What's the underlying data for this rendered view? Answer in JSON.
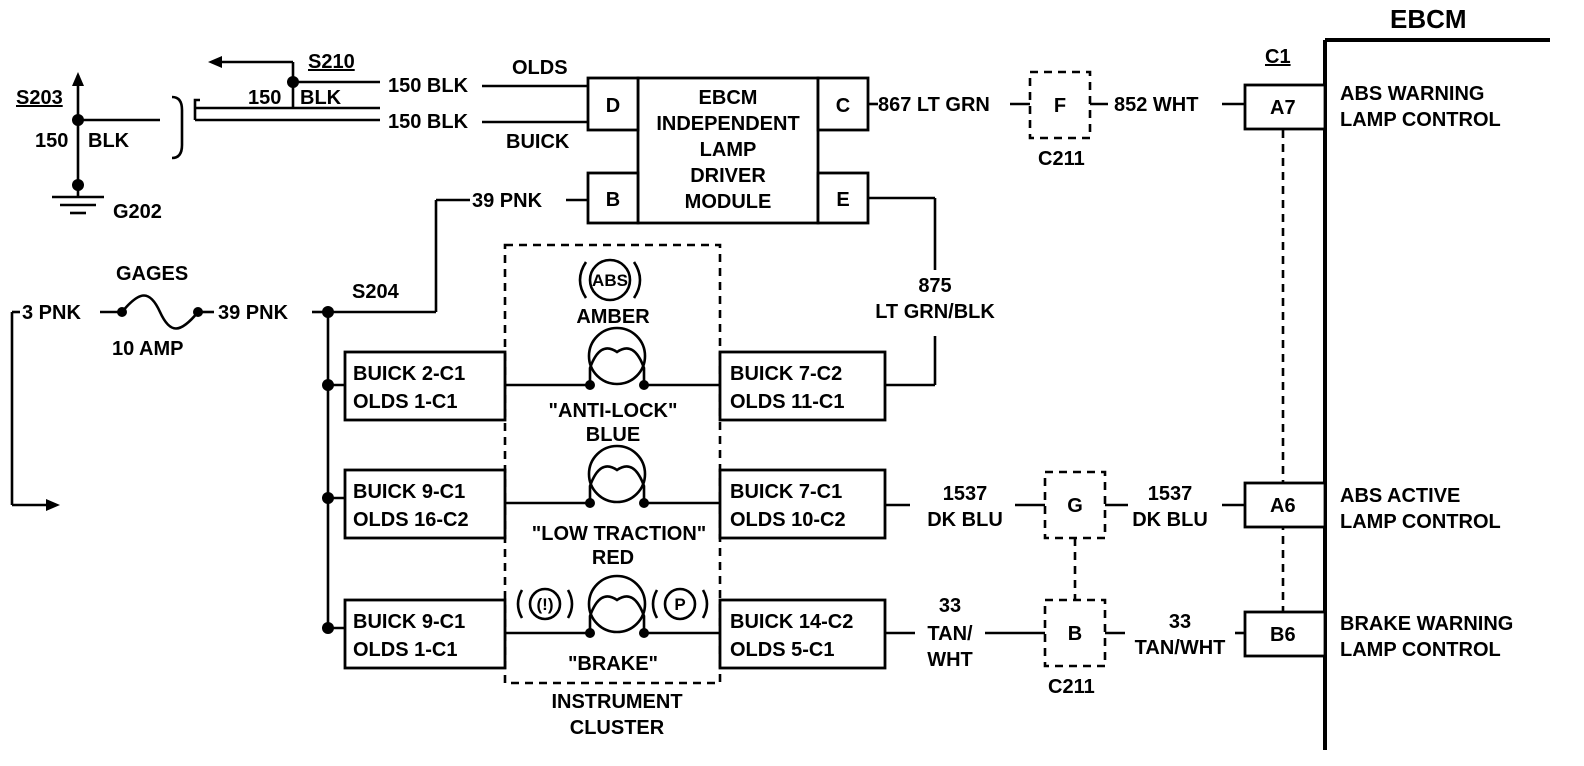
{
  "diagram": {
    "ebcm": {
      "title": "EBCM",
      "connector": "C1"
    },
    "module": {
      "lines": [
        "EBCM",
        "INDEPENDENT",
        "LAMP",
        "DRIVER",
        "MODULE"
      ],
      "pins": {
        "d": "D",
        "c": "C",
        "b": "B",
        "e": "E"
      }
    },
    "splices": {
      "s203": "S203",
      "s210": "S210",
      "s204": "S204"
    },
    "ground": "G202",
    "fuse": {
      "name": "GAGES",
      "rating": "10 AMP"
    },
    "wires": {
      "w150_vert": "150",
      "w150_vert_color": "BLK",
      "w150_horiz": "150",
      "w150_horiz_color": "BLK",
      "w150_olds": "150 BLK",
      "w150_buick": "150 BLK",
      "olds": "OLDS",
      "buick": "BUICK",
      "w39_b": "39 PNK",
      "w3": "3 PNK",
      "w39": "39 PNK",
      "w867": "867 LT GRN",
      "w852": "852 WHT",
      "w875_num": "875",
      "w875_color": "LT GRN/BLK",
      "w1537_l_num": "1537",
      "w1537_l_color": "DK BLU",
      "w1537_r_num": "1537",
      "w1537_r_color": "DK BLU",
      "w33_l_num": "33",
      "w33_l_tan": "TAN/",
      "w33_l_wht": "WHT",
      "w33_r_num": "33",
      "w33_r_color": "TAN/WHT"
    },
    "c211": {
      "name_top": "C211",
      "name_bottom": "C211",
      "pin_f": "F",
      "pin_g": "G",
      "pin_b": "B"
    },
    "ebcm_pins": {
      "a7": "A7",
      "a7_label_1": "ABS WARNING",
      "a7_label_2": "LAMP CONTROL",
      "a6": "A6",
      "a6_label_1": "ABS ACTIVE",
      "a6_label_2": "LAMP CONTROL",
      "b6": "B6",
      "b6_label_1": "BRAKE WARNING",
      "b6_label_2": "LAMP CONTROL"
    },
    "cluster": {
      "name_1": "INSTRUMENT",
      "name_2": "CLUSTER",
      "abs_icon_text": "ABS",
      "amber": "AMBER",
      "antilock": "\"ANTI-LOCK\"",
      "blue": "BLUE",
      "low_traction": "\"LOW TRACTION\"",
      "red": "RED",
      "brake": "\"BRAKE\"",
      "brake_icon_1": "(!)",
      "brake_icon_2": "P",
      "left_conn": [
        {
          "line1": "BUICK 2-C1",
          "line2": "OLDS 1-C1"
        },
        {
          "line1": "BUICK 9-C1",
          "line2": "OLDS 16-C2"
        },
        {
          "line1": "BUICK 9-C1",
          "line2": "OLDS 1-C1"
        }
      ],
      "right_conn": [
        {
          "line1": "BUICK 7-C2",
          "line2": "OLDS 11-C1"
        },
        {
          "line1": "BUICK 7-C1",
          "line2": "OLDS 10-C2"
        },
        {
          "line1": "BUICK 14-C2",
          "line2": "OLDS 5-C1"
        }
      ]
    }
  }
}
